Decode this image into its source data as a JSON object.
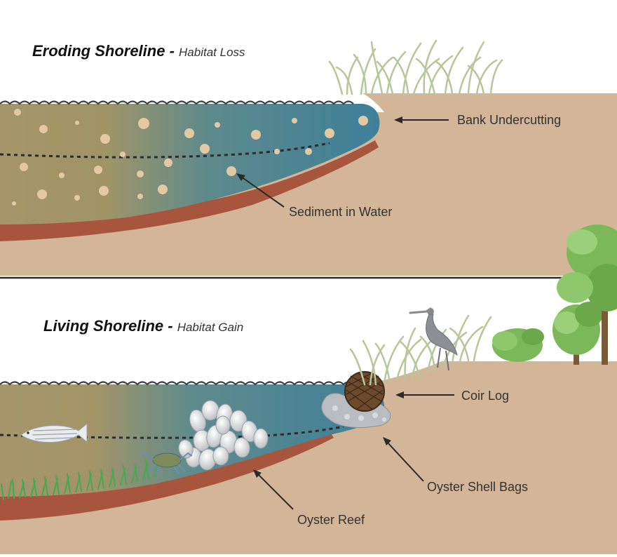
{
  "panels": [
    {
      "title": "Eroding Shoreline",
      "separator": " - ",
      "subtitle": "Habitat Loss",
      "labels": {
        "bank_undercutting": "Bank Undercutting",
        "sediment_in_water": "Sediment in Water"
      }
    },
    {
      "title": "Living Shoreline",
      "separator": " - ",
      "subtitle": "Habitat Gain",
      "labels": {
        "coir_log": "Coir Log",
        "oyster_shell_bags": "Oyster Shell Bags",
        "oyster_reef": "Oyster Reef"
      }
    }
  ],
  "colors": {
    "soil": "#d3b597",
    "soil_dark": "#b5977a",
    "mud": "#a8553e",
    "water_murky": "#a6956a",
    "water_clear": "#3e7f99",
    "sediment": "#e3c9a3",
    "grass": "#b7c79a",
    "seagrass": "#4aa852",
    "tree": "#7cb85a"
  }
}
